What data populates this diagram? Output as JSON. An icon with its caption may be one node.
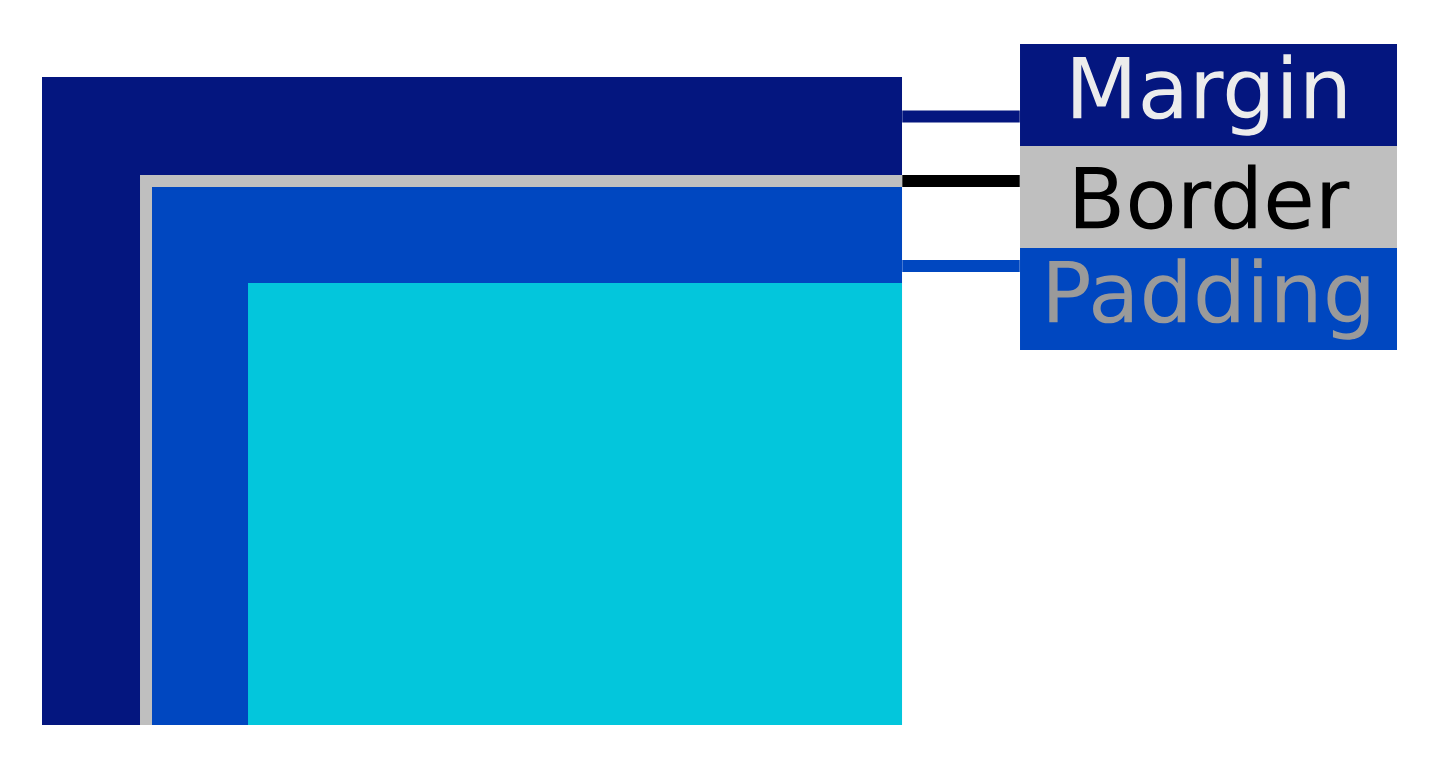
{
  "diagram": {
    "nodes": [
      {
        "text": [],
        "shape": "box"
      },
      {
        "text": [],
        "shape": "box",
        "in": 0
      },
      {
        "text": [],
        "shape": "box",
        "in": 1
      },
      {
        "text": [],
        "shape": "box",
        "in": 2
      },
      {
        "text": [
          "Margin"
        ]
      },
      {
        "text": [
          "Border"
        ]
      },
      {
        "text": [
          "Padding"
        ]
      }
    ],
    "edges": [
      {
        "from": 4,
        "to": 0,
        "arrow": "none",
        "color": "#04167f"
      },
      {
        "from": 5,
        "to": 1,
        "arrow": "none",
        "color": "#000000"
      },
      {
        "from": 6,
        "to": 2,
        "arrow": "none",
        "color": "#0047c0"
      }
    ]
  }
}
